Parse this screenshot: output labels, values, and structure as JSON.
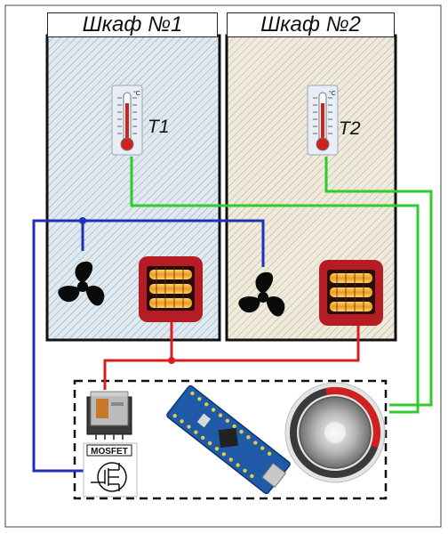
{
  "cabinets": [
    {
      "title": "Шкаф №1",
      "sensor_label": "T1"
    },
    {
      "title": "Шкаф №2",
      "sensor_label": "T2"
    }
  ],
  "thermometer": {
    "unit": "°C"
  },
  "mosfet_label": "MOSFET",
  "colors": {
    "wire_blue": "#1f2fb8",
    "wire_red": "#d81f1f",
    "wire_green": "#2ecc2e",
    "cabinet1_fill": "#dfe9ef",
    "cabinet2_fill": "#efeadb",
    "heater_body": "#b51c24",
    "heater_glow": "#f4a523"
  },
  "icons": [
    "thermometer-icon",
    "fan-icon",
    "heater-icon",
    "relay-icon",
    "mosfet-icon",
    "arduino-nano-board",
    "knob-icon"
  ]
}
